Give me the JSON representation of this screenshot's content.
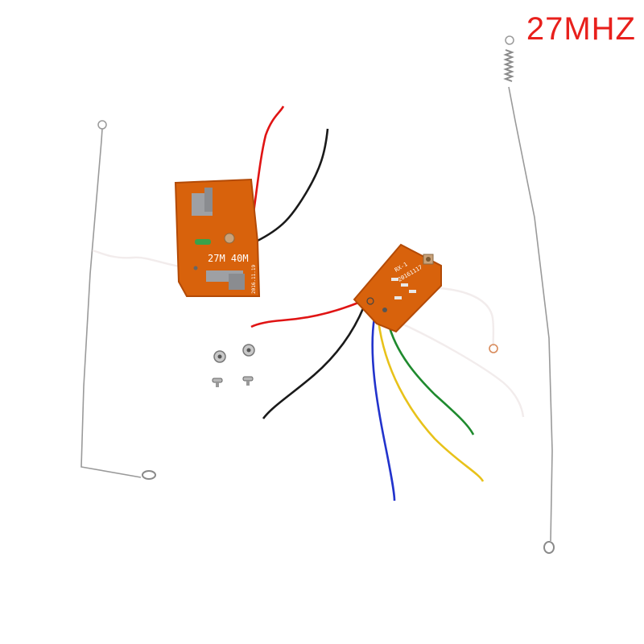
{
  "title": "27MHZ",
  "transmitter_board": {
    "label": "27M 40M",
    "date_code": "2016.11.19"
  },
  "receiver_board": {
    "code_1": "RX-1",
    "code_2": "20161117"
  },
  "colors": {
    "title": "#e8201c",
    "pcb": "#d8620c",
    "pcb_dark": "#b34a06",
    "wire_red": "#e01414",
    "wire_black": "#1a1a1a",
    "wire_blue": "#2233cc",
    "wire_yellow": "#e8c21a",
    "wire_green": "#1f8a2e",
    "wire_white": "#f2ecec",
    "antenna_wire": "#9a9a9a"
  },
  "items": [
    "transmitter-pcb",
    "receiver-pcb",
    "antenna-left",
    "antenna-right-spring",
    "screws"
  ]
}
